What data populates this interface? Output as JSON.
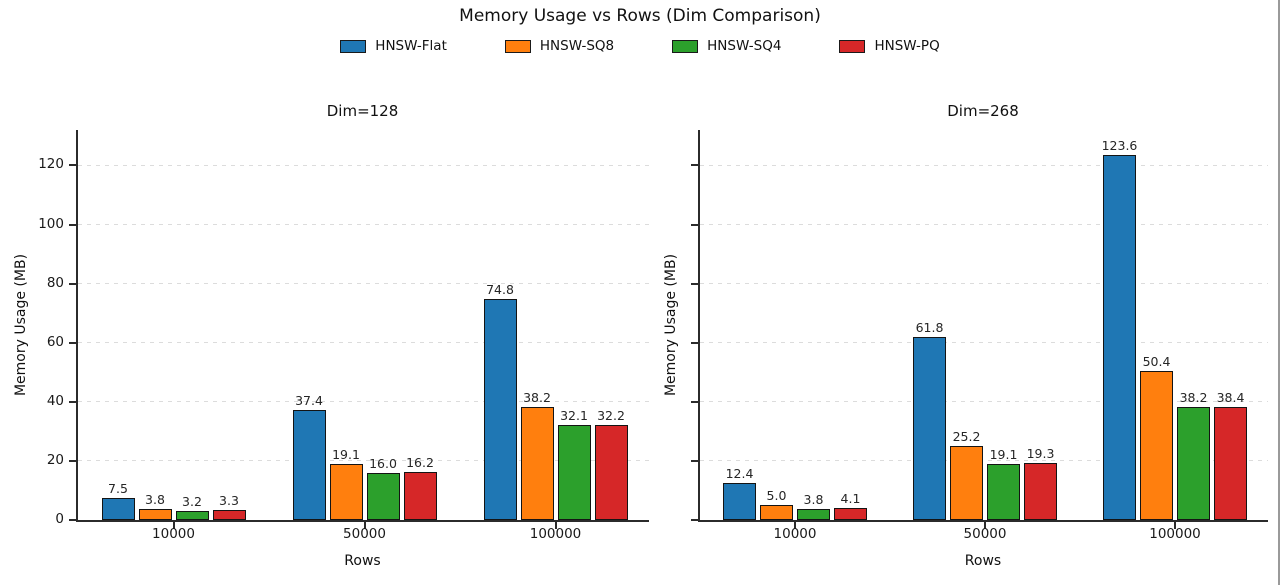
{
  "title": "Memory Usage vs Rows (Dim Comparison)",
  "legend": {
    "position": "top-center",
    "entries": [
      {
        "label": "HNSW-Flat",
        "color": "#1f77b4"
      },
      {
        "label": "HNSW-SQ8",
        "color": "#ff7f0e"
      },
      {
        "label": "HNSW-SQ4",
        "color": "#2ca02c"
      },
      {
        "label": "HNSW-PQ",
        "color": "#d62728"
      }
    ]
  },
  "axes": {
    "yticks": [
      0,
      20,
      40,
      60,
      80,
      100,
      120
    ],
    "grid": "dashed-horizontal"
  },
  "chart_data": [
    {
      "type": "bar",
      "title": "Dim=128",
      "xlabel": "Rows",
      "ylabel": "Memory Usage (MB)",
      "categories": [
        "10000",
        "50000",
        "100000"
      ],
      "series": [
        {
          "name": "HNSW-Flat",
          "color": "#1f77b4",
          "values": [
            7.5,
            37.4,
            74.8
          ]
        },
        {
          "name": "HNSW-SQ8",
          "color": "#ff7f0e",
          "values": [
            3.8,
            19.1,
            38.2
          ]
        },
        {
          "name": "HNSW-SQ4",
          "color": "#2ca02c",
          "values": [
            3.2,
            16.0,
            32.1
          ]
        },
        {
          "name": "HNSW-PQ",
          "color": "#d62728",
          "values": [
            3.3,
            16.2,
            32.2
          ]
        }
      ],
      "ylim": [
        0,
        132
      ],
      "show_ytick_labels": true,
      "value_labels": true,
      "grid": "dashed-horizontal"
    },
    {
      "type": "bar",
      "title": "Dim=268",
      "xlabel": "Rows",
      "ylabel": "Memory Usage (MB)",
      "categories": [
        "10000",
        "50000",
        "100000"
      ],
      "series": [
        {
          "name": "HNSW-Flat",
          "color": "#1f77b4",
          "values": [
            12.4,
            61.8,
            123.6
          ]
        },
        {
          "name": "HNSW-SQ8",
          "color": "#ff7f0e",
          "values": [
            5.0,
            25.2,
            50.4
          ]
        },
        {
          "name": "HNSW-SQ4",
          "color": "#2ca02c",
          "values": [
            3.8,
            19.1,
            38.2
          ]
        },
        {
          "name": "HNSW-PQ",
          "color": "#d62728",
          "values": [
            4.1,
            19.3,
            38.4
          ]
        }
      ],
      "ylim": [
        0,
        132
      ],
      "show_ytick_labels": false,
      "value_labels": true,
      "grid": "dashed-horizontal"
    }
  ]
}
